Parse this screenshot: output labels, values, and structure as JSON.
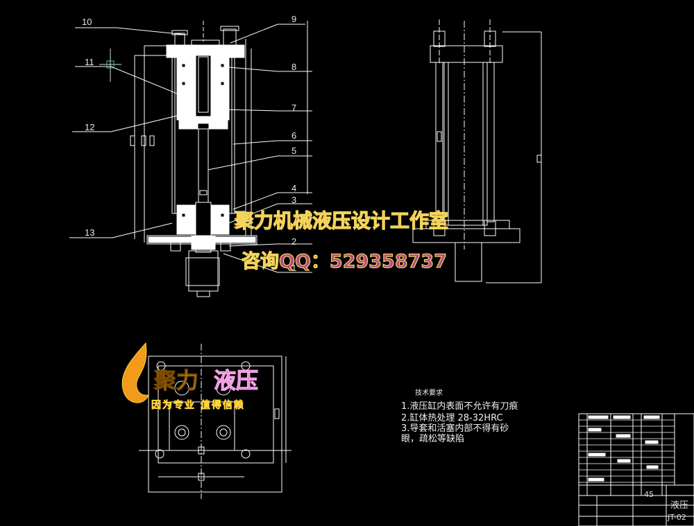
{
  "part_labels": [
    "10",
    "9",
    "8",
    "11",
    "7",
    "12",
    "6",
    "5",
    "4",
    "3",
    "13",
    "2",
    "1"
  ],
  "watermark": {
    "studio_name": "聚力机械液压设计工作室",
    "contact": "咨询QQ：529358737",
    "logo_left": "聚力",
    "logo_right": "液压",
    "slogan": "因为专业 值得信赖"
  },
  "technical_requirements": {
    "title": "技术要求",
    "items": [
      "1.液压缸内表面不允许有刀痕",
      "2.缸体热处理 28-32HRC",
      "3.导套和活塞内部不得有砂",
      "眼，疏松等缺陷"
    ]
  },
  "title_block": {
    "material": "45",
    "name": "液压",
    "drawing_no": "JT-02"
  },
  "colors": {
    "line": "#ffffff",
    "watermark_fill": "#b44a86",
    "watermark_stroke": "#f3d35a",
    "logo_flame": "#f29a1a"
  }
}
